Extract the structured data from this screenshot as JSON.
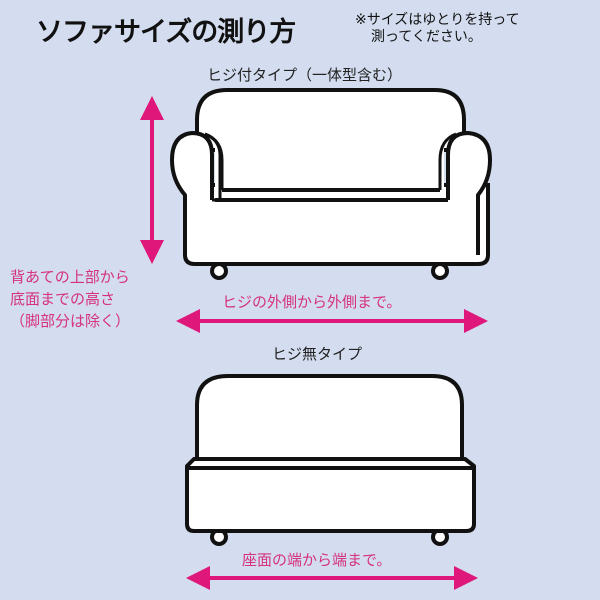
{
  "header": {
    "title": "ソファサイズの測り方",
    "note_line1": "※サイズはゆとりを持って",
    "note_line2": "測ってください。"
  },
  "armed_sofa": {
    "label": "ヒジ付タイプ（一体型含む）",
    "width_instruction": "ヒジの外側から外側まで。"
  },
  "height_instruction": {
    "line1": "背あての上部から",
    "line2": "底面までの高さ",
    "line3": "（脚部分は除く）"
  },
  "armless_sofa": {
    "label": "ヒジ無タイプ",
    "width_instruction": "座面の端から端まで。"
  },
  "colors": {
    "background": "#d3ddef",
    "accent": "#e0177a",
    "outline": "#111111",
    "fill": "#ffffff"
  }
}
